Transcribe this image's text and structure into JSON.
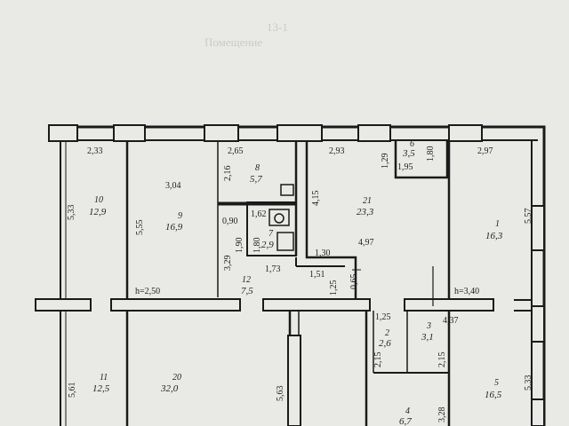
{
  "faint_header": {
    "text1": "Помещение",
    "text2": "13-1"
  },
  "rooms": [
    {
      "id": "r10",
      "num": "10",
      "area": "12,9"
    },
    {
      "id": "r9",
      "num": "9",
      "area": "16,9"
    },
    {
      "id": "r8",
      "num": "8",
      "area": "5,7"
    },
    {
      "id": "r7",
      "num": "7",
      "area": "2,9"
    },
    {
      "id": "r6",
      "num": "6",
      "area": "3,5"
    },
    {
      "id": "r21",
      "num": "21",
      "area": "23,3"
    },
    {
      "id": "r1",
      "num": "1",
      "area": "16,3"
    },
    {
      "id": "r12",
      "num": "12",
      "area": "7,5"
    },
    {
      "id": "r2",
      "num": "2",
      "area": "2,6"
    },
    {
      "id": "r3",
      "num": "3",
      "area": "3,1"
    },
    {
      "id": "r11",
      "num": "11",
      "area": "12,5"
    },
    {
      "id": "r20",
      "num": "20",
      "area": "32,0"
    },
    {
      "id": "r4",
      "num": "4",
      "area": "6,7"
    },
    {
      "id": "r5",
      "num": "5",
      "area": "16,5"
    }
  ],
  "dimensions": {
    "d233": "2,33",
    "d265": "2,65",
    "d293": "2,93",
    "d297": "2,97",
    "d304": "3,04",
    "d216": "2,16",
    "d129": "1,29",
    "d180": "1,80",
    "d195": "1,95",
    "d533": "5,33",
    "d555": "5,55",
    "d415": "4,15",
    "d557": "5,57",
    "d162": "1,62",
    "d090": "0,90",
    "d497": "4,97",
    "d130": "1,30",
    "d190": "1,90",
    "d180b": "1,80",
    "d329": "3,29",
    "d173": "1,73",
    "d151": "1,51",
    "d125": "1,25",
    "d065": "0,65",
    "d125b": "1,25",
    "d437": "4,37",
    "d215": "2,15",
    "d215b": "2,15",
    "d561": "5,61",
    "d563": "5,63",
    "d533b": "5,33",
    "d328": "3,28"
  },
  "heights": {
    "h250": "h=2,50",
    "h340": "h=3,40"
  }
}
